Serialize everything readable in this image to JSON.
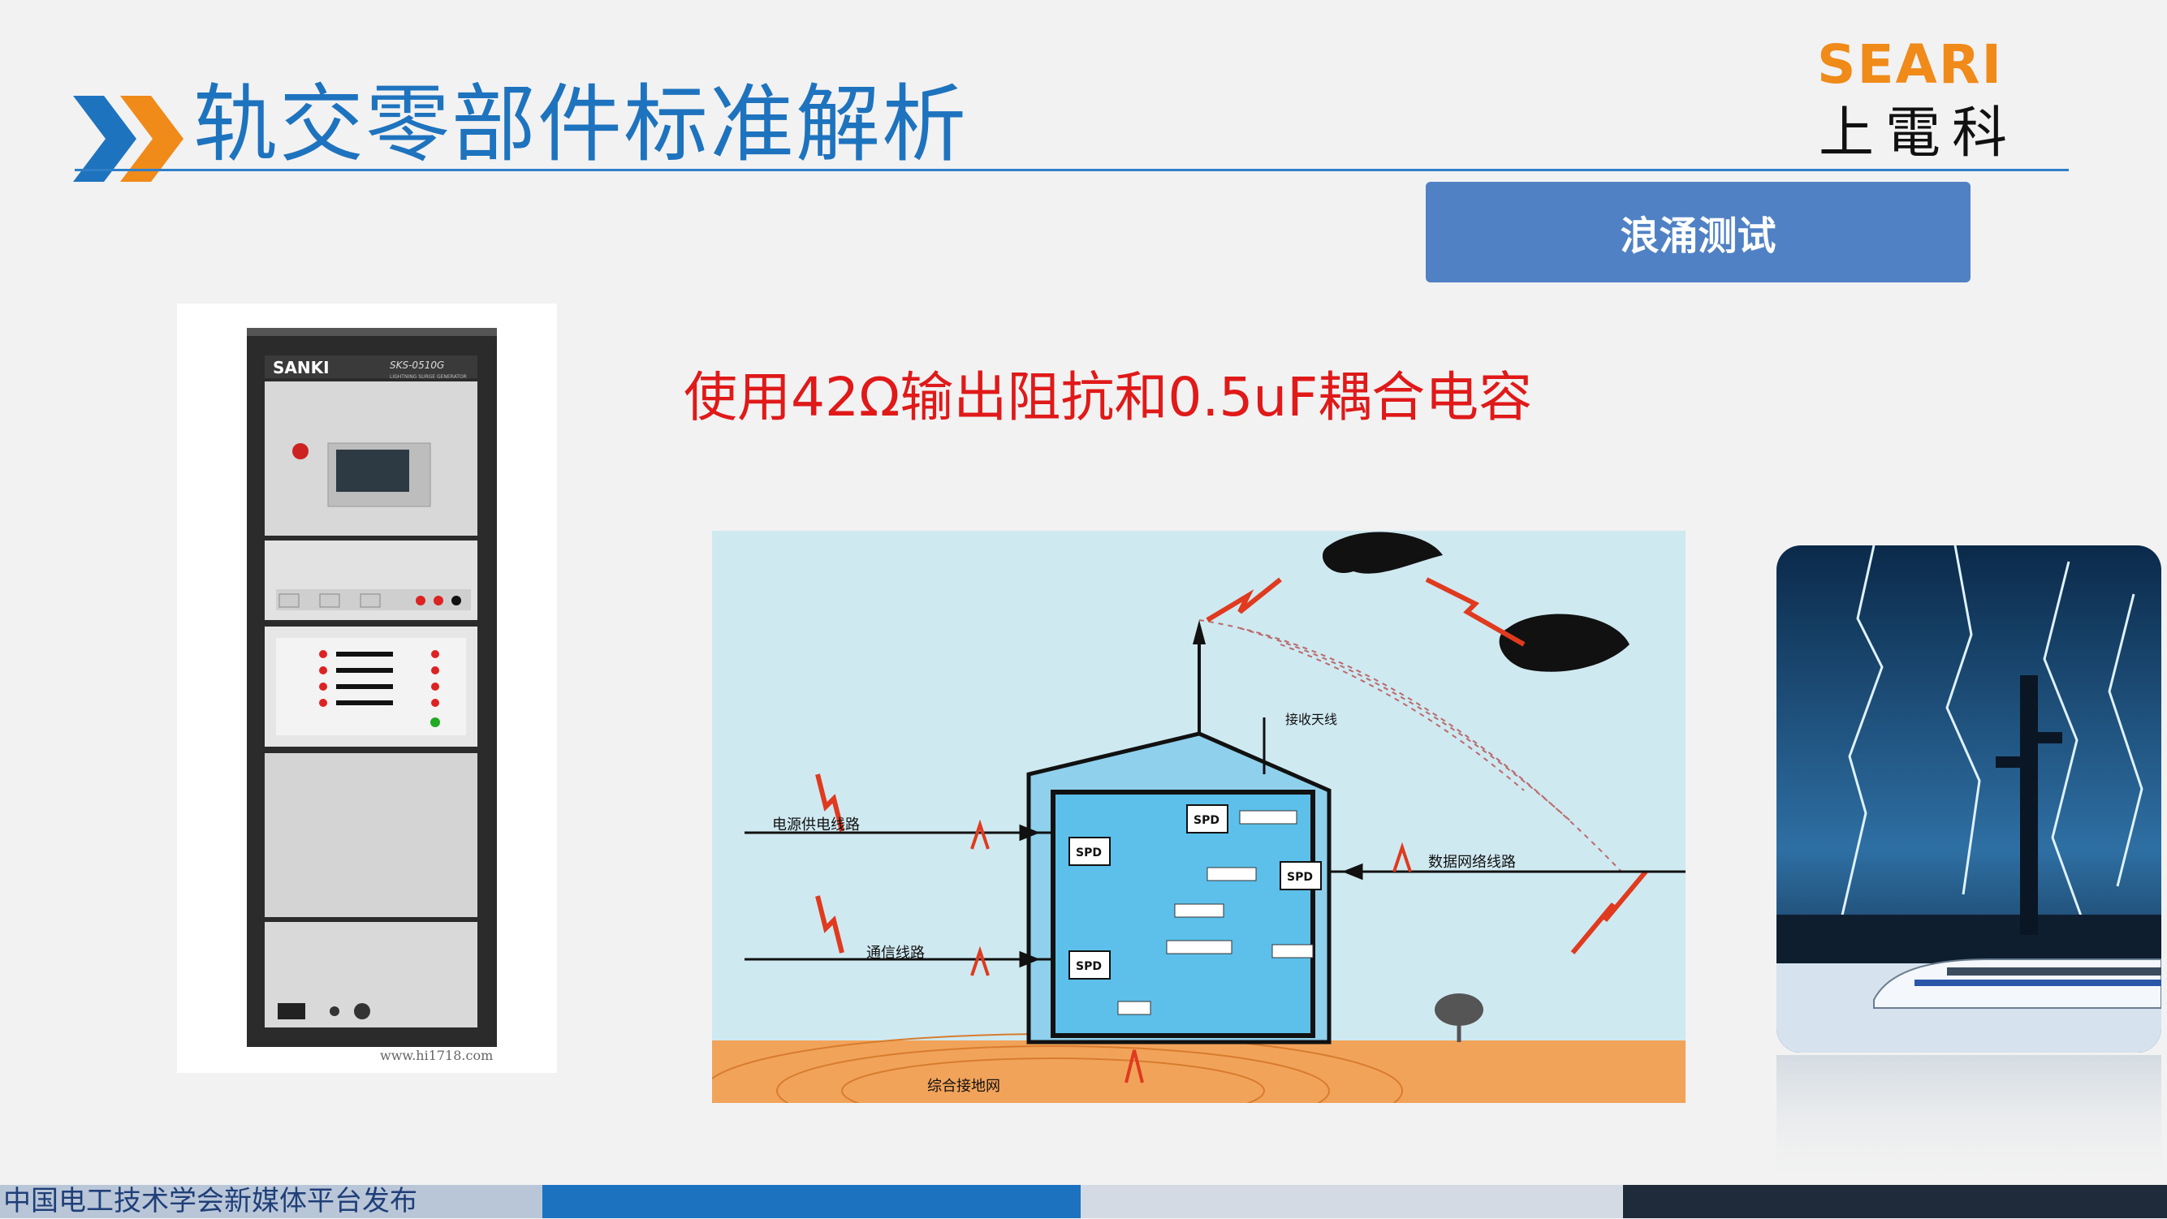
{
  "header": {
    "title": "轨交零部件标准解析",
    "chevron_colors": [
      "#1e73be",
      "#f08a19"
    ]
  },
  "logo": {
    "word": "SEARI",
    "chinese": "上電科"
  },
  "section_tab": {
    "label": "浪涌测试"
  },
  "subtitle": "使用42Ω输出阻抗和0.5uF耦合电容",
  "equipment_photo": {
    "brand": "SANKI",
    "model": "SKS-0510G",
    "model_caption": "LIGHTNING SURGE GENERATOR",
    "watermark": "www.hi1718.com"
  },
  "diagram": {
    "labels": {
      "antenna": "接收天线",
      "power_line": "电源供电线路",
      "comm_line": "通信线路",
      "data_line": "数据网络线路",
      "ground": "综合接地网"
    },
    "spd_labels": [
      "SPD",
      "SPD",
      "SPD",
      "SPD"
    ],
    "colors": {
      "sky": "#cfe9f1",
      "house": "#8fd0ec",
      "ground": "#f2a35a",
      "bolt": "#e03a1f"
    }
  },
  "footer": {
    "text": "中国电工技术学会新媒体平台发布",
    "segment_colors": [
      "#b9c6d8",
      "#1d72bf",
      "#d3dae3",
      "#1f2a3a"
    ]
  }
}
